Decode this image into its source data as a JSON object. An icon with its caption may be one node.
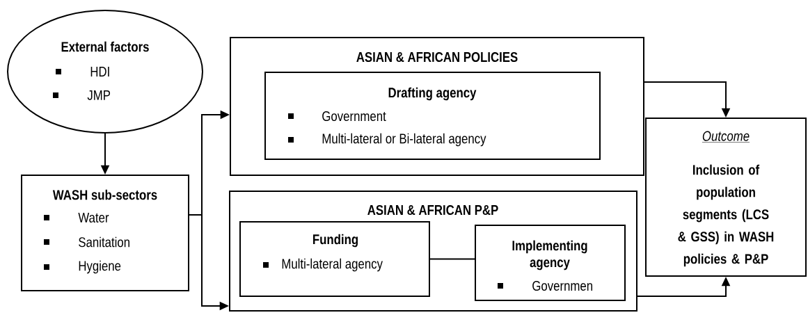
{
  "diagram": {
    "nodes": [
      {
        "text": [
          "External factors",
          "HDI",
          "JMP"
        ]
      },
      {
        "text": [
          "WASH sub-sectors",
          "Water",
          "Sanitation",
          "Hygiene"
        ]
      },
      {
        "text": [
          "ASIAN & AFRICAN POLICIES"
        ]
      },
      {
        "text": [
          "Drafting agency",
          "Government",
          "Multi-lateral or Bi-lateral agency"
        ],
        "in": 2
      },
      {
        "text": [
          "ASIAN & AFRICAN P&P"
        ]
      },
      {
        "text": [
          "Funding",
          "Multi-lateral agency"
        ],
        "in": 4
      },
      {
        "text": [
          "Implementing agency",
          "Governmen"
        ],
        "in": 4
      },
      {
        "text": [
          "Outcome",
          "Inclusion of population segments (LCS & GSS) in WASH policies & P&P"
        ]
      }
    ],
    "edges": [
      {
        "from": 0,
        "to": 1,
        "arrow": "to"
      },
      {
        "from": 1,
        "to": 2,
        "arrow": "to"
      },
      {
        "from": 1,
        "to": 4,
        "arrow": "to"
      },
      {
        "from": 5,
        "to": 6,
        "arrow": "none"
      },
      {
        "from": 2,
        "to": 7,
        "arrow": "to"
      },
      {
        "from": 4,
        "to": 7,
        "arrow": "to"
      }
    ]
  }
}
